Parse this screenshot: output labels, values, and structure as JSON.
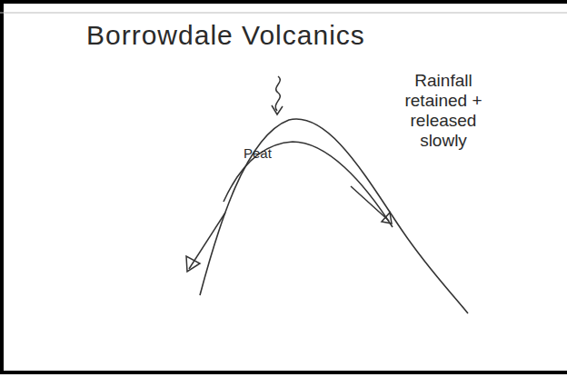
{
  "diagram": {
    "title": "Borrowdale Volcanics",
    "labels": [
      "Peat",
      "Rainfall retained + released slowly"
    ]
  }
}
